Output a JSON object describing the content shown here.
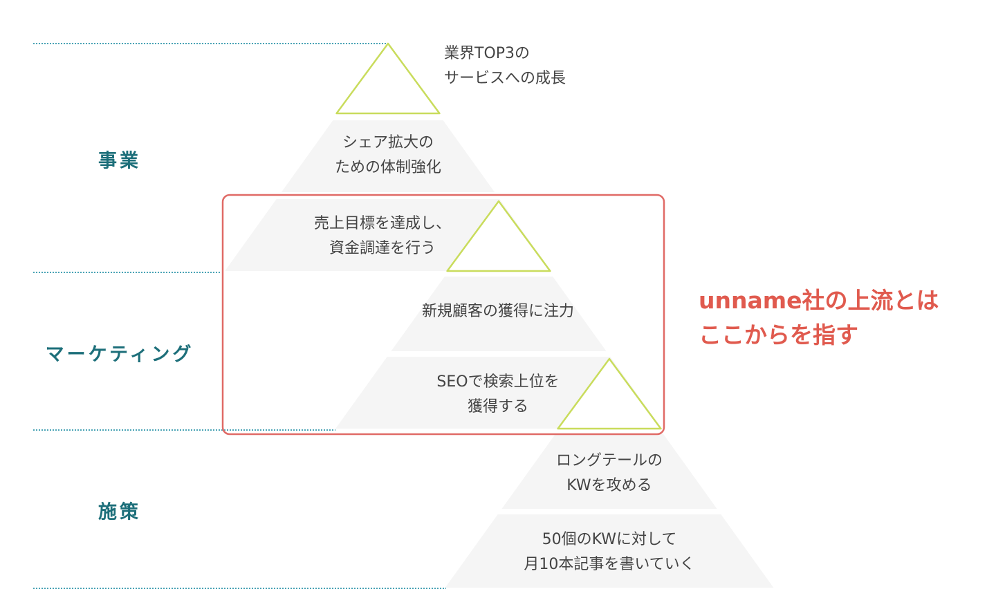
{
  "categories": [
    {
      "label": "事業"
    },
    {
      "label": "マーケティング"
    },
    {
      "label": "施策"
    }
  ],
  "pyramids": [
    {
      "apex_label": [
        "業界TOP3の",
        "サービスへの成長"
      ],
      "bands": [
        [
          "シェア拡大の",
          "ための体制強化"
        ],
        [
          "売上目標を達成し、",
          "資金調達を行う"
        ]
      ]
    },
    {
      "bands": [
        [
          "新規顧客の獲得に注力"
        ],
        [
          "SEOで検索上位を",
          "獲得する"
        ]
      ]
    },
    {
      "bands": [
        [
          "ロングテールの",
          "KWを攻める"
        ],
        [
          "50個のKWに対して",
          "月10本記事を書いていく"
        ]
      ]
    }
  ],
  "callout": {
    "lines": [
      "unname社の上流とは",
      "ここからを指す"
    ]
  },
  "colors": {
    "band": "#f5f5f5",
    "triangle": "#c9dc5c",
    "dotted": "#4aa3b5",
    "category": "#1d6f7a",
    "highlight": "#e06a66",
    "callout": "#e05a4e"
  }
}
